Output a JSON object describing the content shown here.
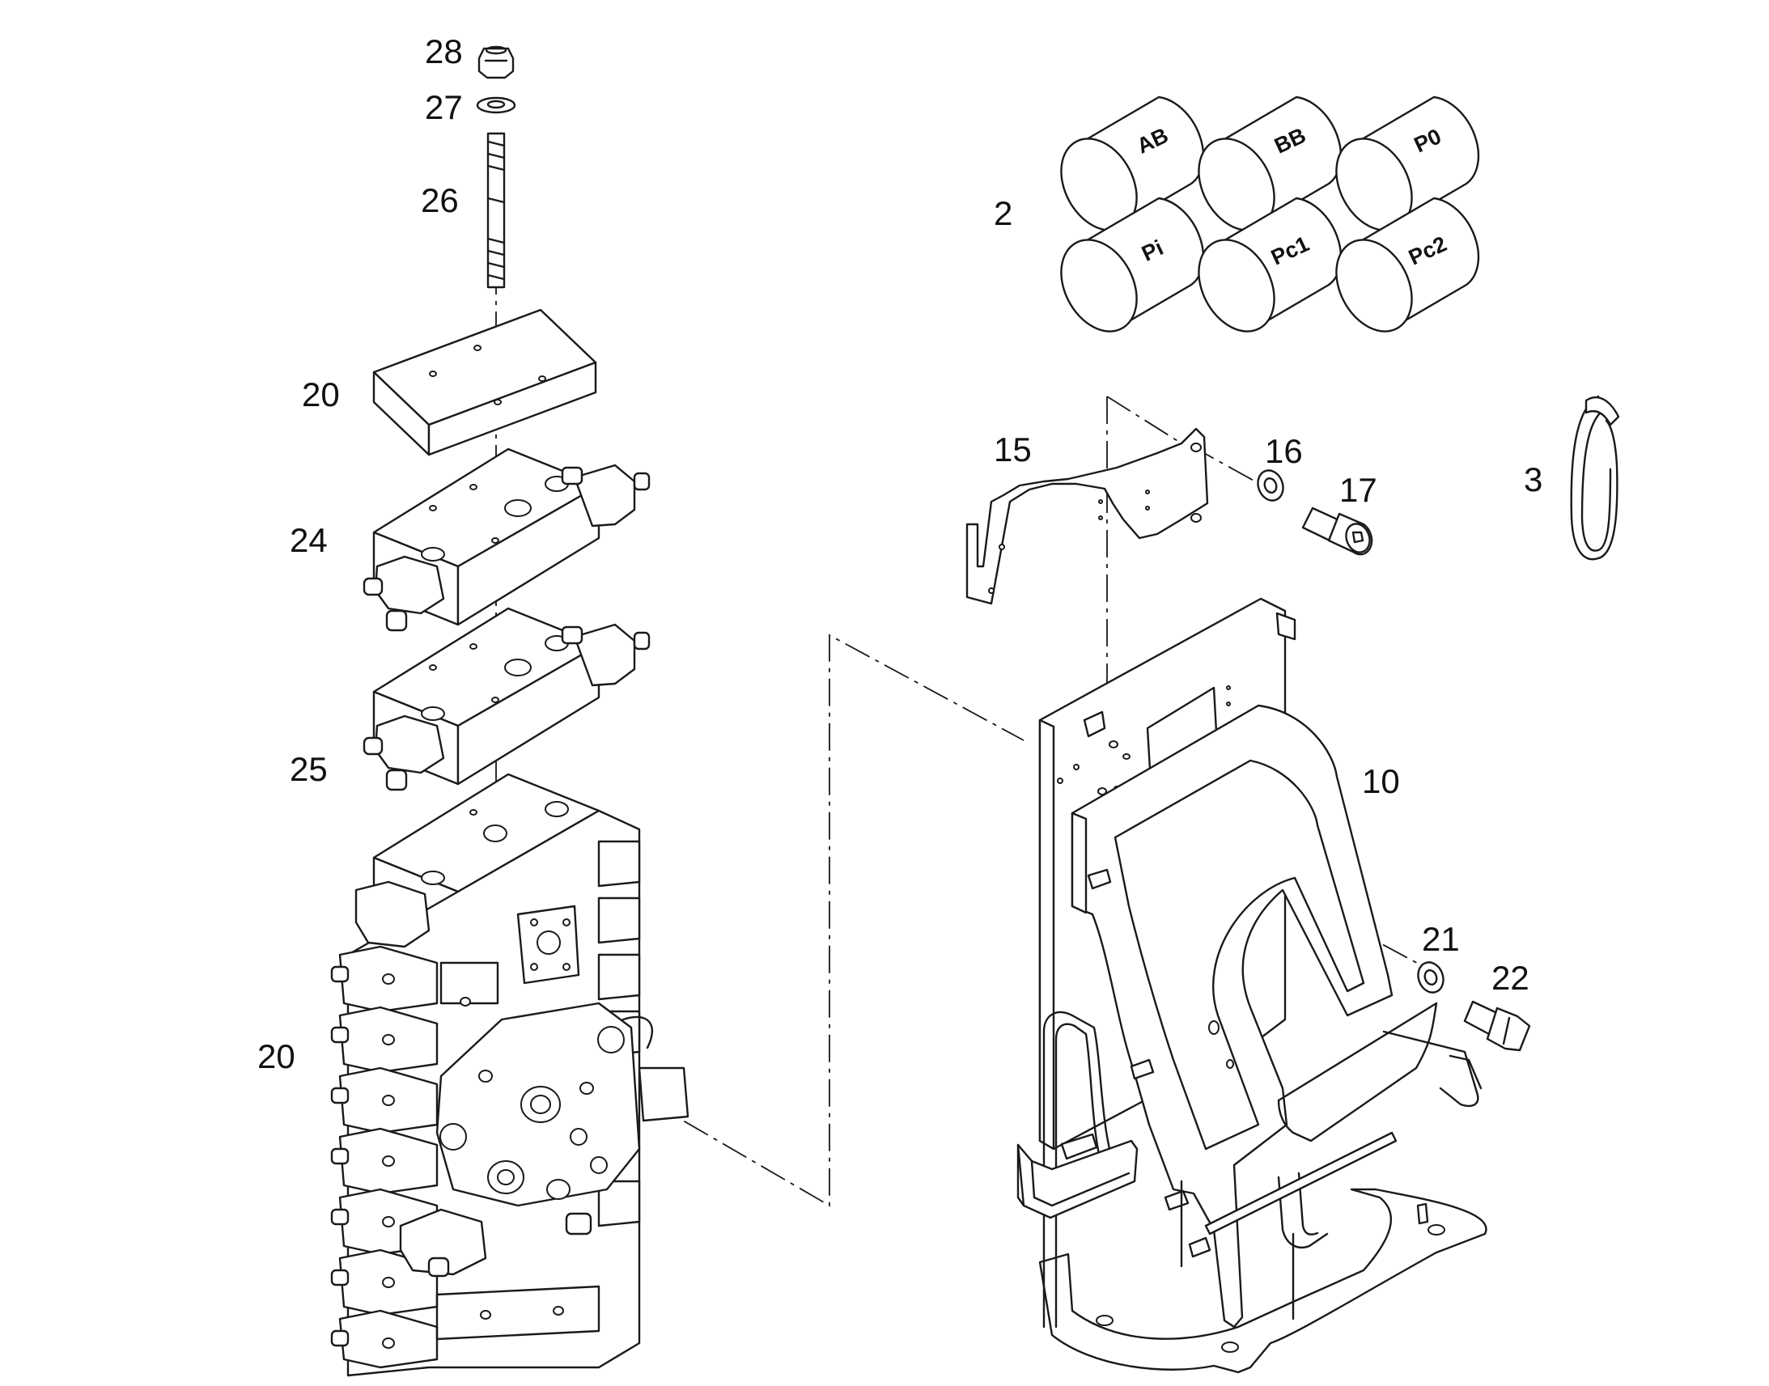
{
  "callouts": {
    "c2": "2",
    "c3": "3",
    "c10": "10",
    "c15": "15",
    "c16": "16",
    "c17": "17",
    "c20_plate": "20",
    "c20_block": "20",
    "c21": "21",
    "c22": "22",
    "c24": "24",
    "c25": "25",
    "c26": "26",
    "c27": "27",
    "c28": "28"
  },
  "caps": {
    "ab": "AB",
    "bb": "BB",
    "p0": "P0",
    "pi": "Pi",
    "pc1": "Pc1",
    "pc2": "Pc2"
  }
}
